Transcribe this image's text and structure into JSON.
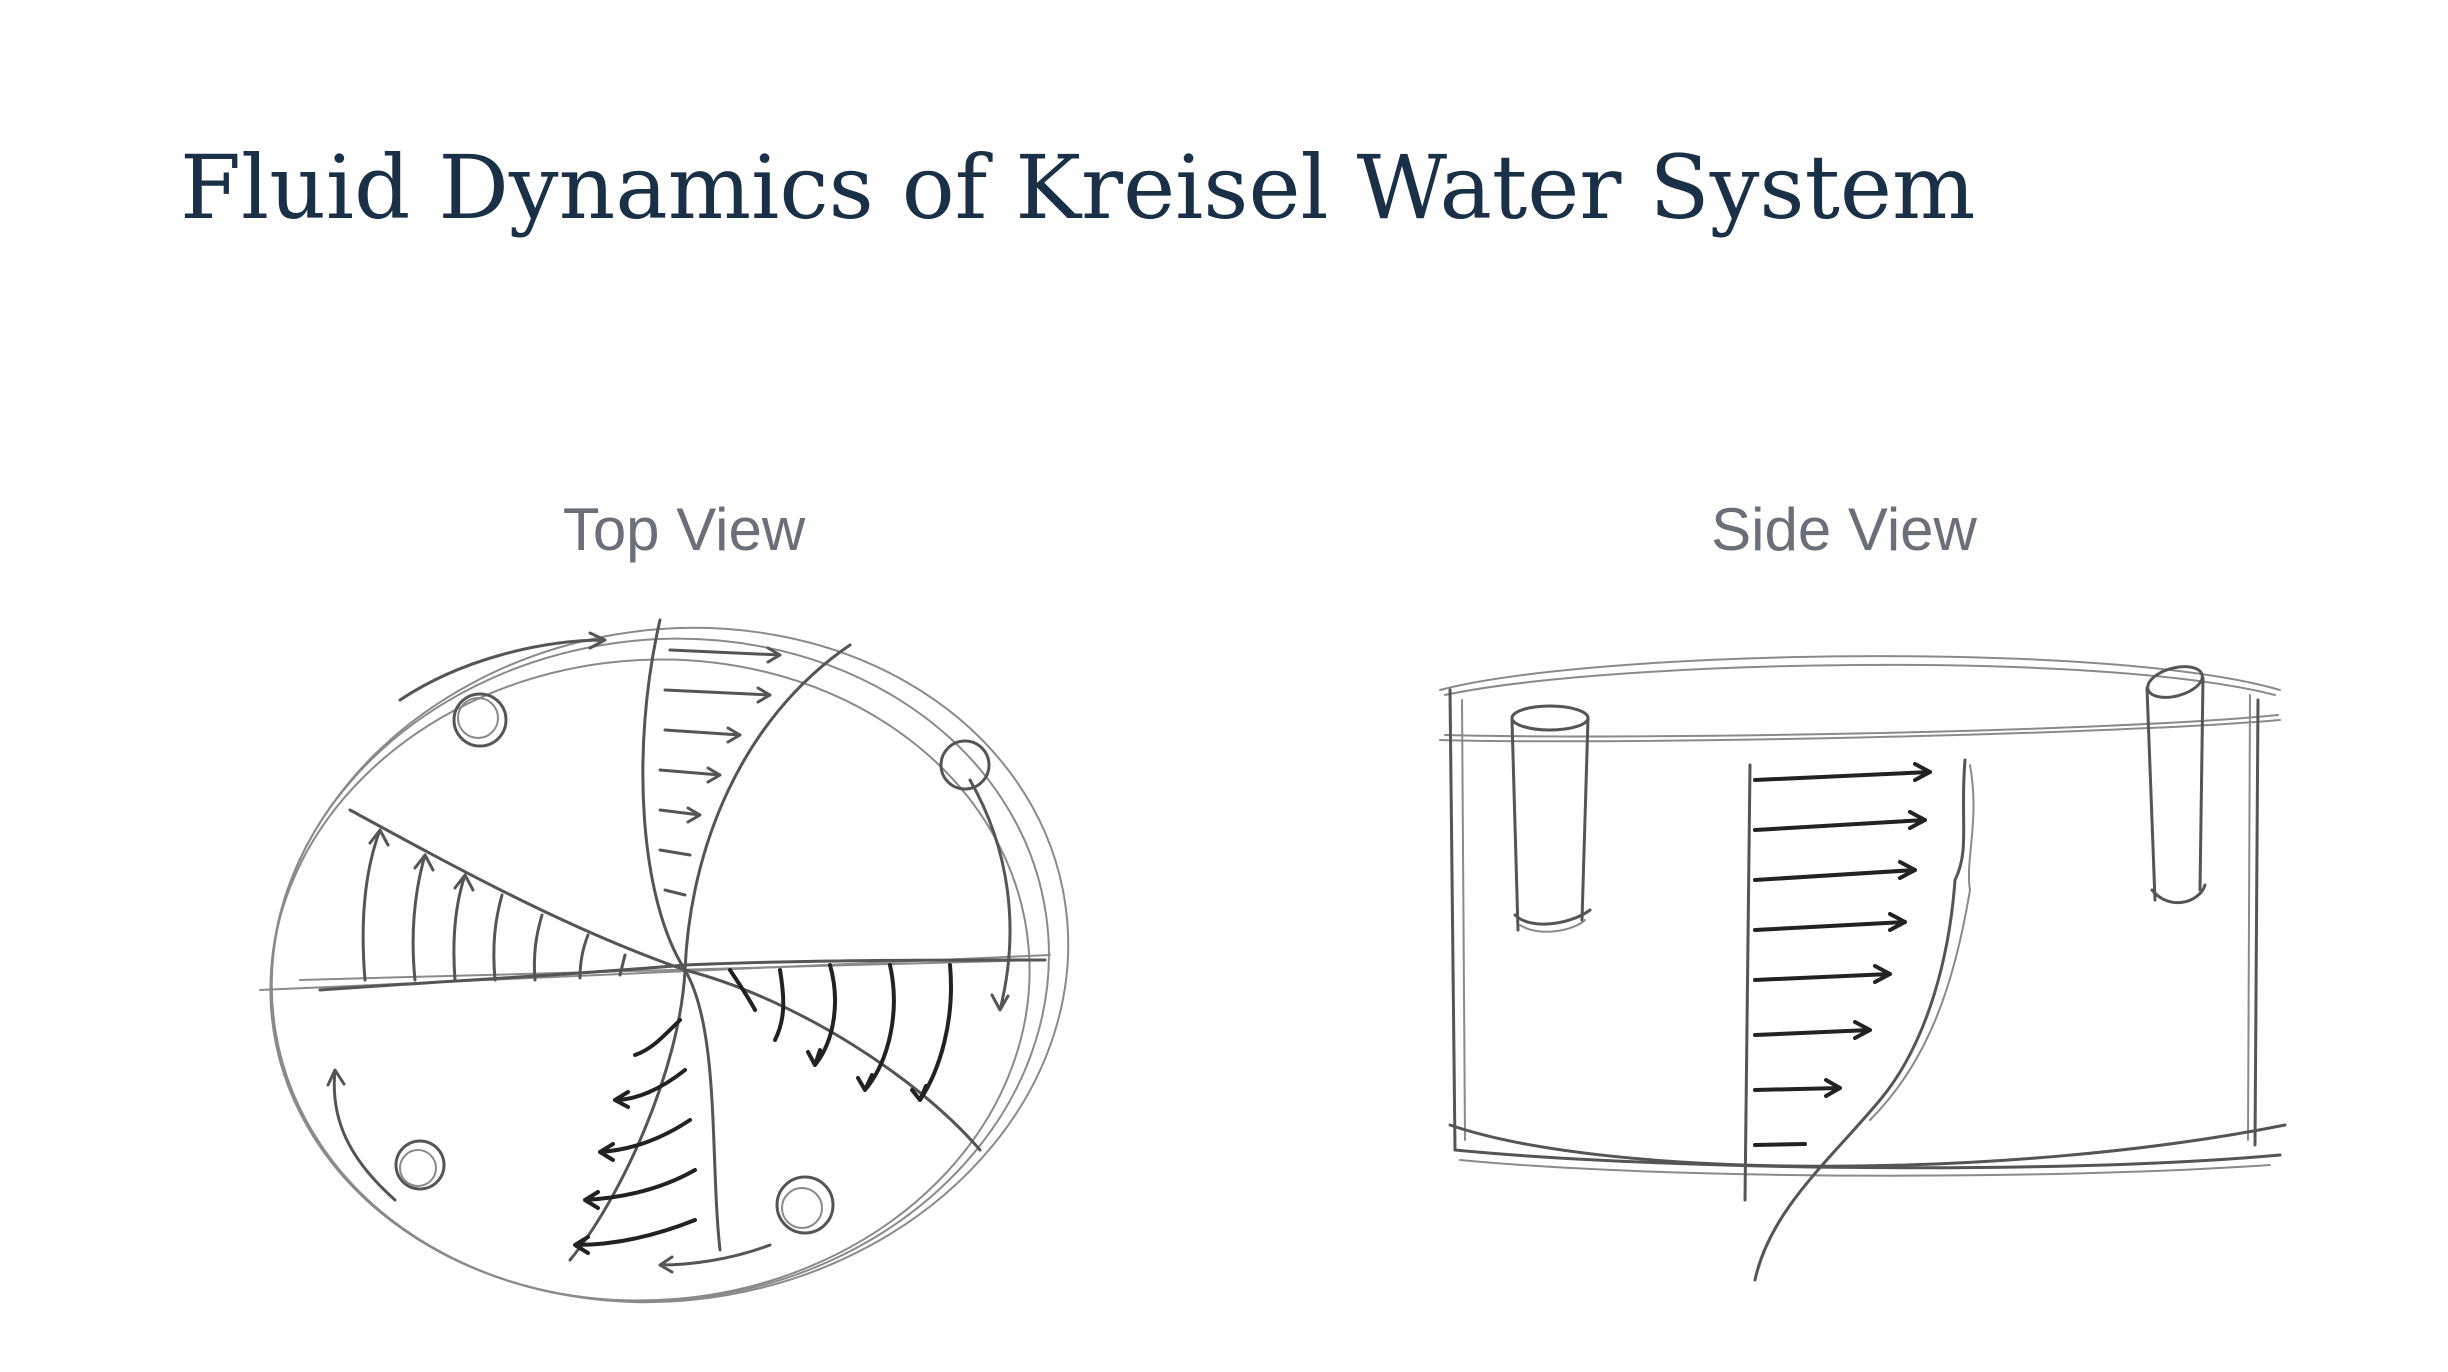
{
  "slide": {
    "title": "Fluid Dynamics of Kreisel Water System"
  },
  "views": {
    "top": {
      "label": "Top View"
    },
    "side": {
      "label": "Side View"
    }
  }
}
